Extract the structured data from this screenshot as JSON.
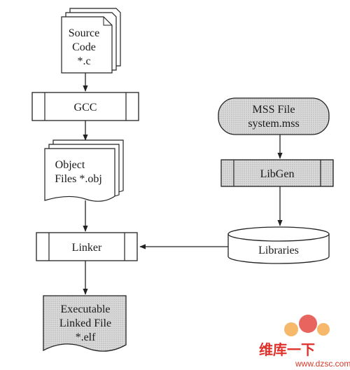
{
  "nodes": {
    "source_code": {
      "line1": "Source",
      "line2": "Code",
      "line3": "*.c"
    },
    "gcc": {
      "label": "GCC"
    },
    "object_files": {
      "line1": "Object",
      "line2": "Files *.obj"
    },
    "linker": {
      "label": "Linker"
    },
    "executable": {
      "line1": "Executable",
      "line2": "Linked File",
      "line3": "*.elf"
    },
    "mss_file": {
      "line1": "MSS File",
      "line2": "system.mss"
    },
    "libgen": {
      "label": "LibGen"
    },
    "libraries": {
      "label": "Libraries"
    }
  },
  "watermark": {
    "chinese": "维库一下",
    "url": "www.dzsc.com"
  },
  "colors": {
    "stroke": "#222222",
    "shaded_fill": "#d6d6d6",
    "watermark": "#e0302a"
  }
}
